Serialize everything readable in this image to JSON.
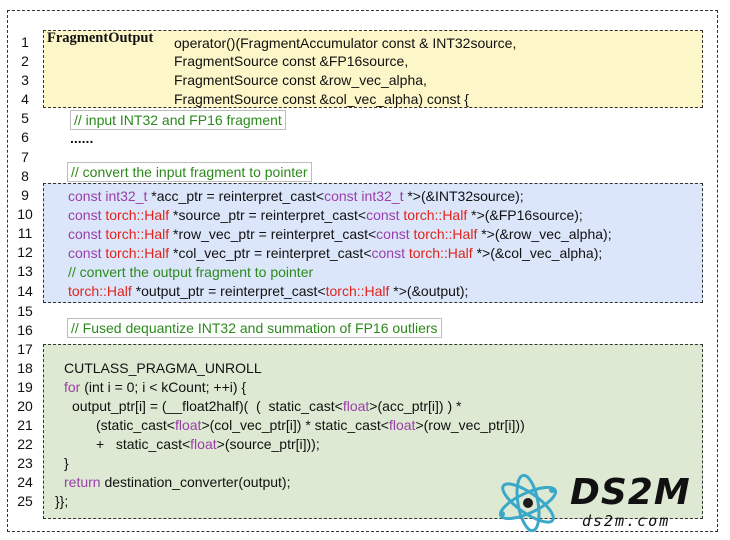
{
  "line_numbers": [
    "1",
    "2",
    "3",
    "4",
    "5",
    "6",
    "7",
    "8",
    "9",
    "10",
    "11",
    "12",
    "13",
    "14",
    "15",
    "16",
    "17",
    "18",
    "19",
    "20",
    "21",
    "22",
    "23",
    "24",
    "25"
  ],
  "label": "FragmentOutput",
  "signature": [
    "operator()(FragmentAccumulator const & INT32source,",
    "FragmentSource const &FP16source,",
    "FragmentSource const &row_vec_alpha,",
    "FragmentSource const &col_vec_alpha) const {"
  ],
  "comments": {
    "input": "// input INT32 and FP16 fragment",
    "ellipsis": "......",
    "convert_input": "// convert the input fragment to pointer",
    "convert_output": "// convert the output fragment to pointer",
    "fused": "// Fused dequantize INT32 and summation of FP16 outliers"
  },
  "tokens": {
    "const": "const",
    "int32_t": "int32_t",
    "half": "torch::Half",
    "for": "for",
    "float": "float",
    "return": "return"
  },
  "code": {
    "l9a": " *acc_ptr = reinterpret_cast<",
    "l9b": " *>(&INT32source);",
    "l10a": " *source_ptr = reinterpret_cast<",
    "l10b": " *>(&FP16source);",
    "l11a": " *row_vec_ptr = reinterpret_cast<",
    "l11b": " *>(&row_vec_alpha);",
    "l12a": " *col_vec_ptr = reinterpret_cast<",
    "l12b": " *>(&col_vec_alpha);",
    "l14a": " *output_ptr = reinterpret_cast<",
    "l14b": " *>(&output);",
    "l18": "CUTLASS_PRAGMA_UNROLL",
    "l19": " (int i = 0; i < kCount; ++i) {",
    "l20a": "output_ptr[i] = (__float2half)(  (  static_cast<",
    "l20b": ">(acc_ptr[i]) ) *",
    "l21a": "(static_cast<",
    "l21b": ">(col_vec_ptr[i]) * static_cast<",
    "l21c": ">(row_vec_ptr[i]))",
    "l22a": "+   static_cast<",
    "l22b": ">(source_ptr[i]));",
    "l23": "}",
    "l24": " destination_converter(output);",
    "l25": "}};"
  },
  "logo": {
    "text": "DS2M",
    "subtext": "ds2m.com"
  },
  "colors": {
    "comment": "#2b8a1b",
    "keyword": "#9a3fa8",
    "type": "#e2231a",
    "yellow_box": "#fdf6c8",
    "blue_box": "#dbe6fb",
    "green_box": "#dde9d2"
  }
}
